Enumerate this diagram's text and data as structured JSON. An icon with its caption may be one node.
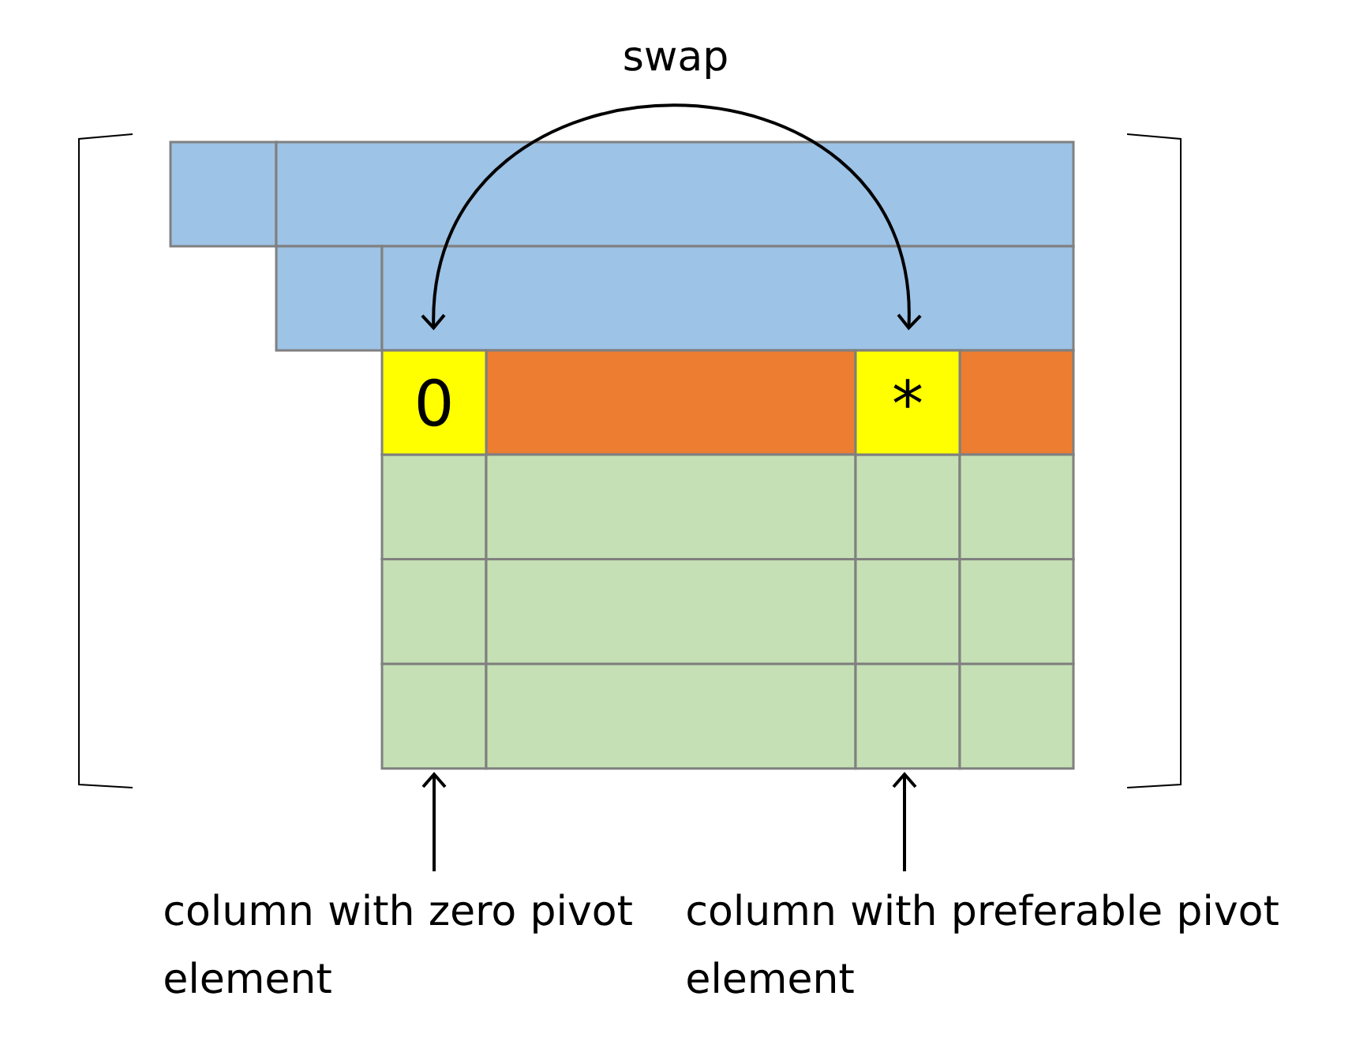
{
  "diagram": {
    "nodes": [
      {
        "text": [
          "0"
        ]
      },
      {
        "text": [
          "*"
        ]
      },
      {
        "text": [
          "column with zero pivot element"
        ]
      },
      {
        "text": [
          "column with preferable pivot element"
        ]
      }
    ],
    "edges": [
      {
        "from": 0,
        "to": 1,
        "arrow": "both",
        "label": "swap"
      },
      {
        "from": 2,
        "to": null,
        "arrow": "to"
      },
      {
        "from": 3,
        "to": null,
        "arrow": "to"
      }
    ]
  }
}
